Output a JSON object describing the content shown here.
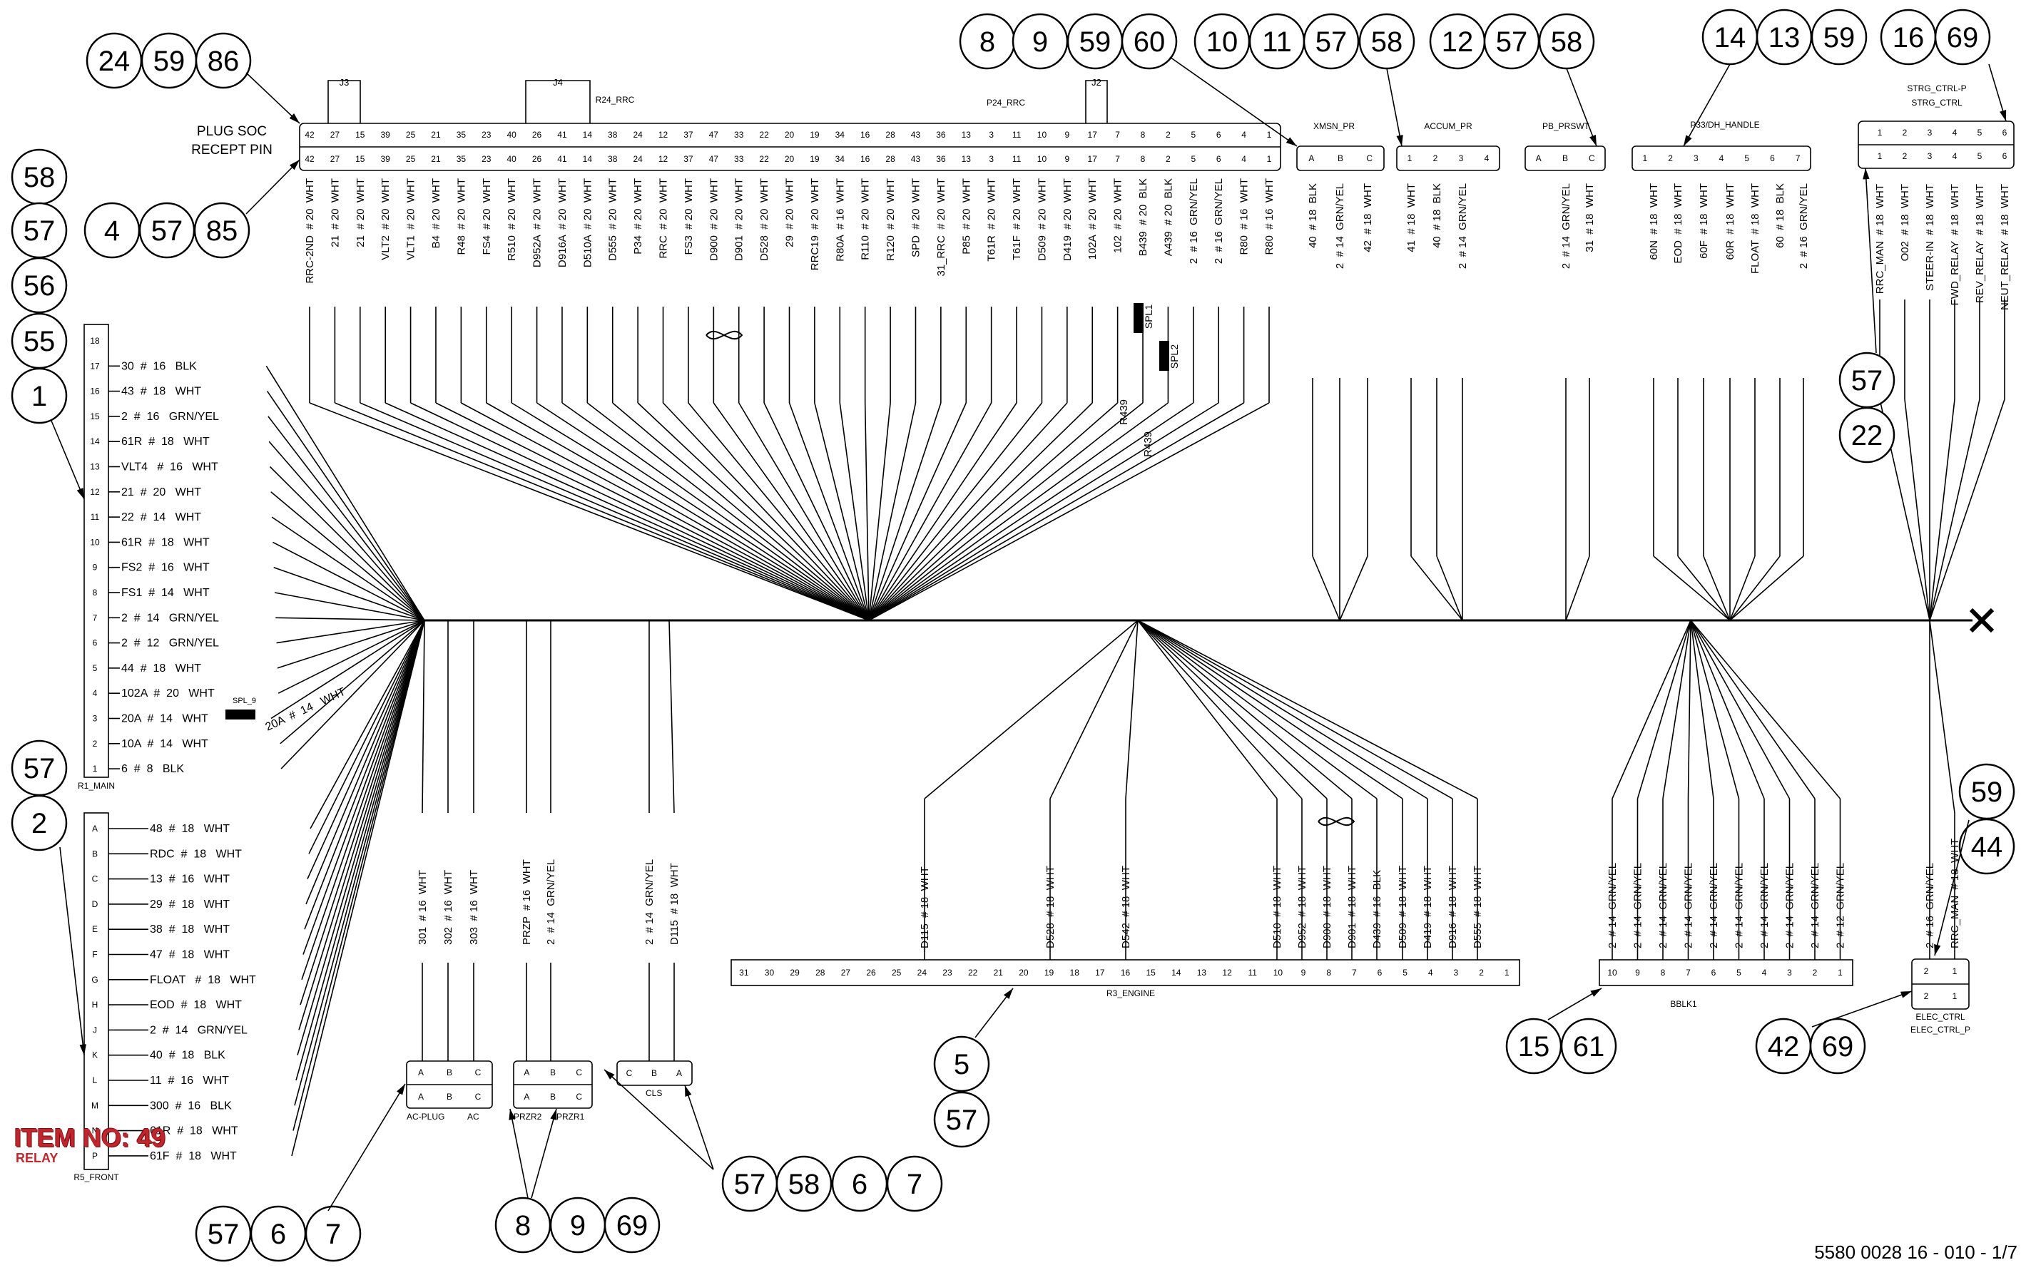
{
  "drawing_number": "5580 0028 16 - 010 - 1/7",
  "item_tag": {
    "label": "ITEM NO: 49",
    "sub": "RELAY"
  },
  "plug_labels": {
    "plug": "PLUG SOC",
    "recept": "RECEPT PIN"
  },
  "r24": {
    "name1": "R24_RRC",
    "name2": "P24_RRC",
    "jumpers": [
      "J3",
      "J4",
      "J2"
    ],
    "pins": [
      "42",
      "27",
      "15",
      "39",
      "25",
      "21",
      "35",
      "23",
      "40",
      "26",
      "41",
      "14",
      "38",
      "24",
      "12",
      "37",
      "47",
      "33",
      "22",
      "20",
      "19",
      "34",
      "16",
      "28",
      "43",
      "36",
      "13",
      "3",
      "11",
      "10",
      "9",
      "17",
      "7",
      "8",
      "2",
      "5",
      "6",
      "4",
      "1"
    ],
    "wires": [
      "RRC-2ND  # 20  WHT",
      "21  # 20  WHT",
      "21  # 20  WHT",
      "VLT2  # 20  WHT",
      "VLT1  # 20  WHT",
      "B4  # 20  WHT",
      "R48  # 20  WHT",
      "FS4  # 20  WHT",
      "R510  # 20  WHT",
      "D952A  # 20  WHT",
      "D916A  # 20  WHT",
      "D510A  # 20  WHT",
      "D555  # 20  WHT",
      "P34  # 20  WHT",
      "RRC  # 20  WHT",
      "FS3  # 20  WHT",
      "D900  # 20  WHT",
      "D901  # 20  WHT",
      "D528  # 20  WHT",
      "29  # 20  WHT",
      "RRC19  # 20  WHT",
      "R80A  # 16  WHT",
      "R110  # 20  WHT",
      "R120  # 20  WHT",
      "SPD  # 20  WHT",
      "31_RRC  # 20  WHT",
      "P85  # 20  WHT",
      "T61R  # 20  WHT",
      "T61F  # 20  WHT",
      "D509  # 20  WHT",
      "D419  # 20  WHT",
      "102A  # 20  WHT",
      "102  # 20  WHT",
      "B439  # 20  BLK",
      "A439  # 20  BLK",
      "2  # 16  GRN/YEL",
      "2  # 16  GRN/YEL",
      "R80  # 16  WHT",
      "R80  # 16  WHT"
    ],
    "splices": [
      "SPL1",
      "SPL2"
    ],
    "splice_wires": [
      "R439",
      "R439"
    ]
  },
  "xmsn": {
    "name": "XMSN_PR",
    "pins": [
      "A",
      "B",
      "C"
    ],
    "wires": [
      "40  # 18  BLK",
      "2  # 14  GRN/YEL",
      "42  # 18  WHT"
    ]
  },
  "accum": {
    "name": "ACCUM_PR",
    "pins": [
      "1",
      "2",
      "3",
      "4"
    ],
    "wires": [
      "41  # 18  WHT",
      "40  # 18  BLK",
      "2  # 14  GRN/YEL"
    ]
  },
  "pbprswt": {
    "name": "PB_PRSWT",
    "pins": [
      "A",
      "B",
      "C"
    ],
    "wires": [
      "2  # 14  GRN/YEL",
      "31  # 18  WHT"
    ]
  },
  "p33": {
    "name": "P33/DH_HANDLE",
    "pins": [
      "1",
      "2",
      "3",
      "4",
      "5",
      "6",
      "7"
    ],
    "wires": [
      "60N  # 18  WHT",
      "EOD  # 18  WHT",
      "60F  # 18  WHT",
      "60R  # 18  WHT",
      "FLOAT  # 18  WHT",
      "60  # 18  BLK",
      "2  # 16  GRN/YEL"
    ]
  },
  "strg": {
    "name1": "STRG_CTRL-P",
    "name2": "STRG_CTRL",
    "pins": [
      "1",
      "2",
      "3",
      "4",
      "5",
      "6"
    ],
    "wires": [
      "RRC_MAN  # 18  WHT",
      "O02  # 18  WHT",
      "STEER-IN  # 18  WHT",
      "FWD_RELAY  # 18  WHT",
      "REV_RELAY  # 18  WHT",
      "NEUT_RELAY  # 18  WHT"
    ]
  },
  "r1": {
    "name": "R1_MAIN",
    "pins": [
      "18",
      "17",
      "16",
      "15",
      "14",
      "13",
      "12",
      "11",
      "10",
      "9",
      "8",
      "7",
      "6",
      "5",
      "4",
      "3",
      "2",
      "1"
    ],
    "wires": [
      "",
      "30  #  16   BLK",
      "43  #  18   WHT",
      "2  #  16   GRN/YEL",
      "61R  #  18   WHT",
      "VLT4   #  16   WHT",
      "21  #  20   WHT",
      "22  #  14   WHT",
      "61R  #  18   WHT",
      "FS2  #  16   WHT",
      "FS1  #  14   WHT",
      "2  #  14   GRN/YEL",
      "2  #  12   GRN/YEL",
      "44  #  18   WHT",
      "102A  #  20   WHT",
      "20A  #  14   WHT",
      "10A  #  14   WHT",
      "6  #  8   BLK"
    ],
    "splice": "SPL_9",
    "splice_wire": "20A  #  14   WHT"
  },
  "r5": {
    "name": "R5_FRONT",
    "pins": [
      "A",
      "B",
      "C",
      "D",
      "E",
      "F",
      "G",
      "H",
      "J",
      "K",
      "L",
      "M",
      "N",
      "P"
    ],
    "wires": [
      "48  #  18   WHT",
      "RDC  #  18   WHT",
      "13  #  16   WHT",
      "29  #  18   WHT",
      "38  #  18   WHT",
      "47  #  18   WHT",
      "FLOAT   #  18   WHT",
      "EOD  #  18   WHT",
      "2  #  14   GRN/YEL",
      "40  #  18   BLK",
      "11  #  16   WHT",
      "300  #  16   BLK",
      "61R  #  18   WHT",
      "61F  #  18   WHT"
    ]
  },
  "ac": {
    "name1": "AC-PLUG",
    "name2": "AC",
    "pins": [
      "A",
      "B",
      "C"
    ],
    "wires": [
      "301  # 16  WHT",
      "302  # 16  WHT",
      "303  # 16  WHT"
    ]
  },
  "przr": {
    "name1": "PRZR2",
    "name2": "PRZR1",
    "pins": [
      "A",
      "B",
      "C"
    ],
    "wires": [
      "PRZP  # 16  WHT",
      "2  # 14  GRN/YEL"
    ]
  },
  "cls": {
    "name": "CLS",
    "pins": [
      "C",
      "B",
      "A"
    ],
    "wires": [
      "2  # 14  GRN/YEL",
      "D115  # 18  WHT"
    ]
  },
  "r3": {
    "name": "R3_ENGINE",
    "pins": [
      "31",
      "30",
      "29",
      "28",
      "27",
      "26",
      "25",
      "24",
      "23",
      "22",
      "21",
      "20",
      "19",
      "18",
      "17",
      "16",
      "15",
      "14",
      "13",
      "12",
      "11",
      "10",
      "9",
      "8",
      "7",
      "6",
      "5",
      "4",
      "3",
      "2",
      "1"
    ],
    "wires_a": [
      "D115  # 18  WHT",
      "D528  # 18  WHT",
      "D542  # 18  WHT"
    ],
    "wires_b": [
      "D510  # 18  WHT",
      "D952  # 18  WHT",
      "D900  # 18  WHT",
      "D901  # 18  WHT",
      "D439  # 16  BLK",
      "D509  # 18  WHT",
      "D419  # 18  WHT",
      "D916  # 18  WHT",
      "D555  # 18  WHT"
    ]
  },
  "bblk": {
    "name": "BBLK1",
    "pins": [
      "10",
      "9",
      "8",
      "7",
      "6",
      "5",
      "4",
      "3",
      "2",
      "1"
    ],
    "wires": [
      "2  # 14  GRN/YEL",
      "2  # 14  GRN/YEL",
      "2  # 14  GRN/YEL",
      "2  # 14  GRN/YEL",
      "2  # 14  GRN/YEL",
      "2  # 14  GRN/YEL",
      "2  # 14  GRN/YEL",
      "2  # 14  GRN/YEL",
      "2  # 14  GRN/YEL",
      "2  # 12  GRN/YEL"
    ]
  },
  "elec": {
    "name1": "ELEC_CTRL",
    "name2": "ELEC_CTRL_P",
    "pins": [
      "2",
      "1",
      "2",
      "1"
    ],
    "wires": [
      "2  # 16  GRN/YEL",
      "RRC_MAN  # 18  WHT"
    ]
  },
  "callouts": [
    "24",
    "59",
    "86",
    "4",
    "57",
    "85",
    "8",
    "9",
    "59",
    "60",
    "10",
    "11",
    "57",
    "58",
    "12",
    "57",
    "58",
    "14",
    "13",
    "59",
    "16",
    "69",
    "58",
    "57",
    "56",
    "55",
    "1",
    "57",
    "2",
    "57",
    "22",
    "59",
    "44",
    "5",
    "57",
    "15",
    "61",
    "42",
    "69",
    "57",
    "58",
    "6",
    "7",
    "57",
    "6",
    "7",
    "8",
    "9",
    "69"
  ]
}
